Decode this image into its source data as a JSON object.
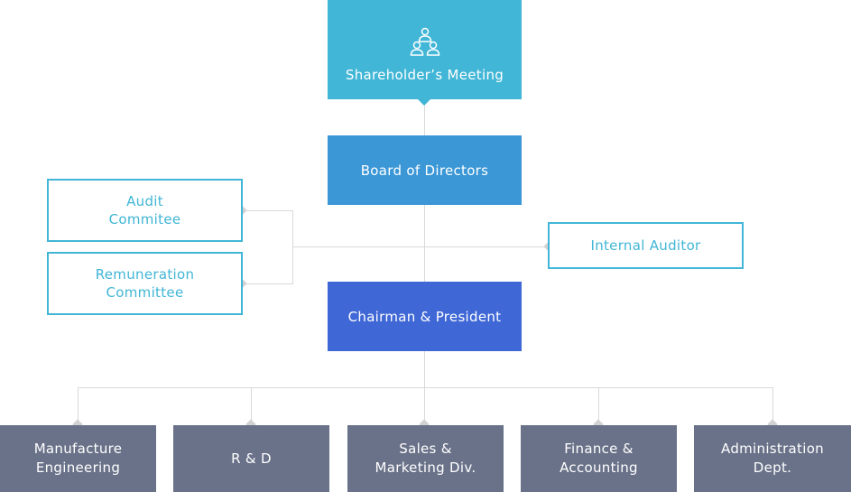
{
  "colors": {
    "shareholders": "#41b6d6",
    "board": "#3b97d6",
    "chairman": "#3f67d6",
    "outline": "#41b6d6",
    "department": "#6a7289",
    "connector": "#d9d9d9"
  },
  "top": {
    "label": "Shareholder’s Meeting",
    "icon": "people-group-icon"
  },
  "board": {
    "label": "Board of Directors"
  },
  "committees": {
    "audit": {
      "line1": "Audit",
      "line2": "Commitee"
    },
    "remuneration": {
      "line1": "Remuneration",
      "line2": "Committee"
    }
  },
  "internal_auditor": {
    "label": "Internal Auditor"
  },
  "chairman": {
    "label": "Chairman & President"
  },
  "departments": [
    {
      "line1": "Manufacture",
      "line2": "Engineering"
    },
    {
      "line1": "R & D",
      "line2": ""
    },
    {
      "line1": "Sales &",
      "line2": "Marketing Div."
    },
    {
      "line1": "Finance &",
      "line2": "Accounting"
    },
    {
      "line1": "Administration",
      "line2": "Dept."
    }
  ]
}
